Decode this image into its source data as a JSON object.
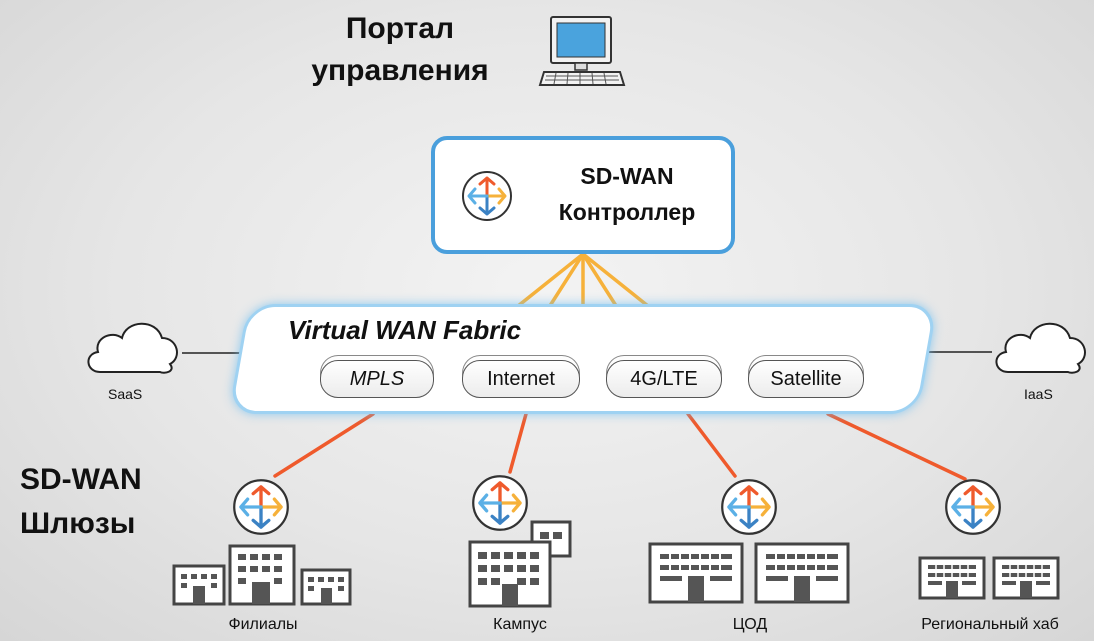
{
  "portal": {
    "line1": "Портал",
    "line2": "управления",
    "icon": "computer-icon"
  },
  "controller": {
    "line1": "SD-WAN",
    "line2": "Контроллер",
    "icon": "sdwan-router-icon"
  },
  "fabric": {
    "title": "Virtual WAN Fabric",
    "transports": [
      "MPLS",
      "Internet",
      "4G/LTE",
      "Satellite"
    ]
  },
  "clouds": {
    "left": "SaaS",
    "right": "IaaS",
    "icon": "cloud-icon"
  },
  "gateways": {
    "line1": "SD-WAN",
    "line2": "Шлюзы",
    "icon": "sdwan-router-icon"
  },
  "sites": [
    "Филиалы",
    "Кампус",
    "ЦОД",
    "Региональный хаб"
  ],
  "colors": {
    "controller_border": "#4a9fdc",
    "fabric_glow": "#9fd2f2",
    "controller_links": "#f6b13a",
    "site_links": "#ef5a2c"
  }
}
